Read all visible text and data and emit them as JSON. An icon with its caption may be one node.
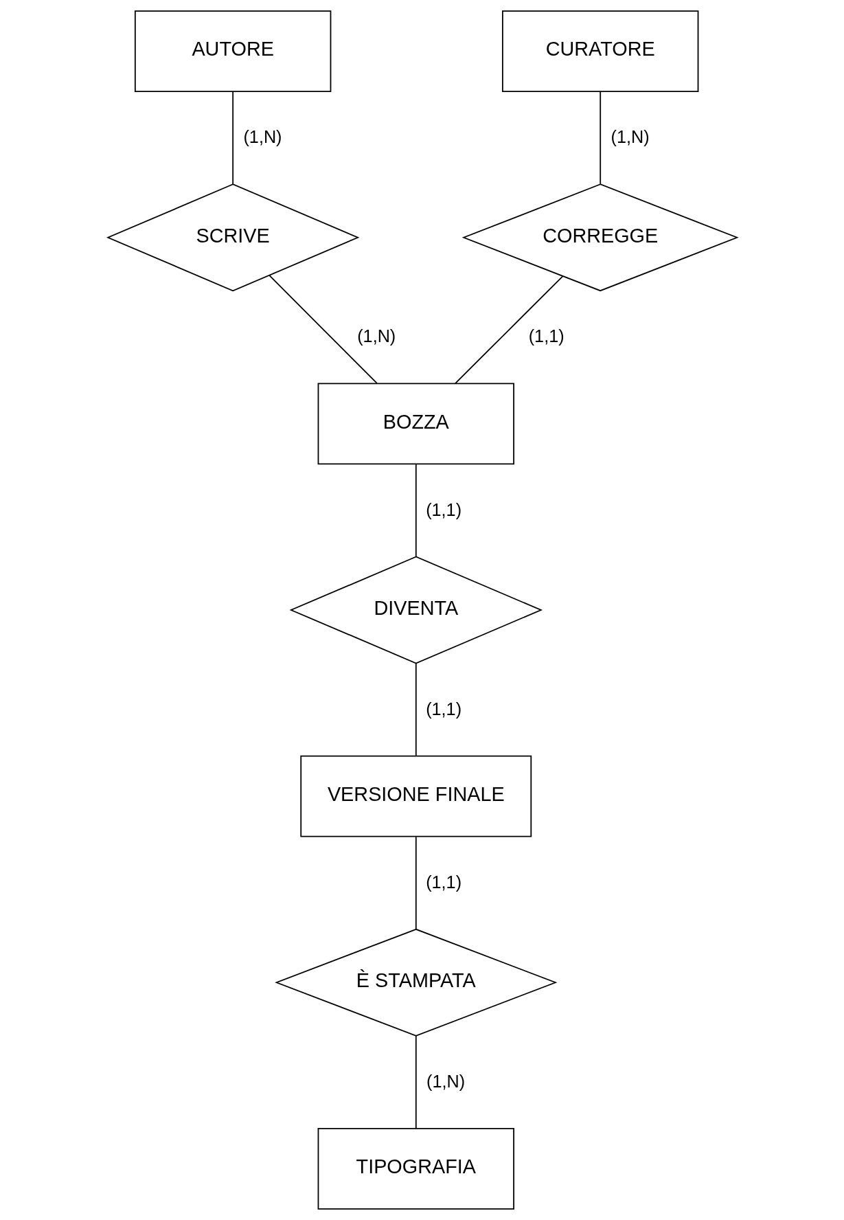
{
  "diagram": {
    "nodes": [
      {
        "text": [
          "AUTORE"
        ]
      },
      {
        "text": [
          "CURATORE"
        ]
      },
      {
        "text": [
          "SCRIVE"
        ]
      },
      {
        "text": [
          "CORREGGE"
        ]
      },
      {
        "text": [
          "BOZZA"
        ]
      },
      {
        "text": [
          "DIVENTA"
        ]
      },
      {
        "text": [
          "VERSIONE FINALE"
        ]
      },
      {
        "text": [
          "È STAMPATA"
        ]
      },
      {
        "text": [
          "TIPOGRAFIA"
        ]
      }
    ],
    "edges": [
      {
        "from": 0,
        "to": 2,
        "arrow": "none",
        "label": "(1,N)"
      },
      {
        "from": 1,
        "to": 3,
        "arrow": "none",
        "label": "(1,N)"
      },
      {
        "from": 2,
        "to": 4,
        "arrow": "none",
        "label": "(1,N)"
      },
      {
        "from": 3,
        "to": 4,
        "arrow": "none",
        "label": "(1,1)"
      },
      {
        "from": 4,
        "to": 5,
        "arrow": "none",
        "label": "(1,1)"
      },
      {
        "from": 5,
        "to": 6,
        "arrow": "none",
        "label": "(1,1)"
      },
      {
        "from": 6,
        "to": 7,
        "arrow": "none",
        "label": "(1,1)"
      },
      {
        "from": 7,
        "to": 8,
        "arrow": "none",
        "label": "(1,N)"
      }
    ]
  }
}
